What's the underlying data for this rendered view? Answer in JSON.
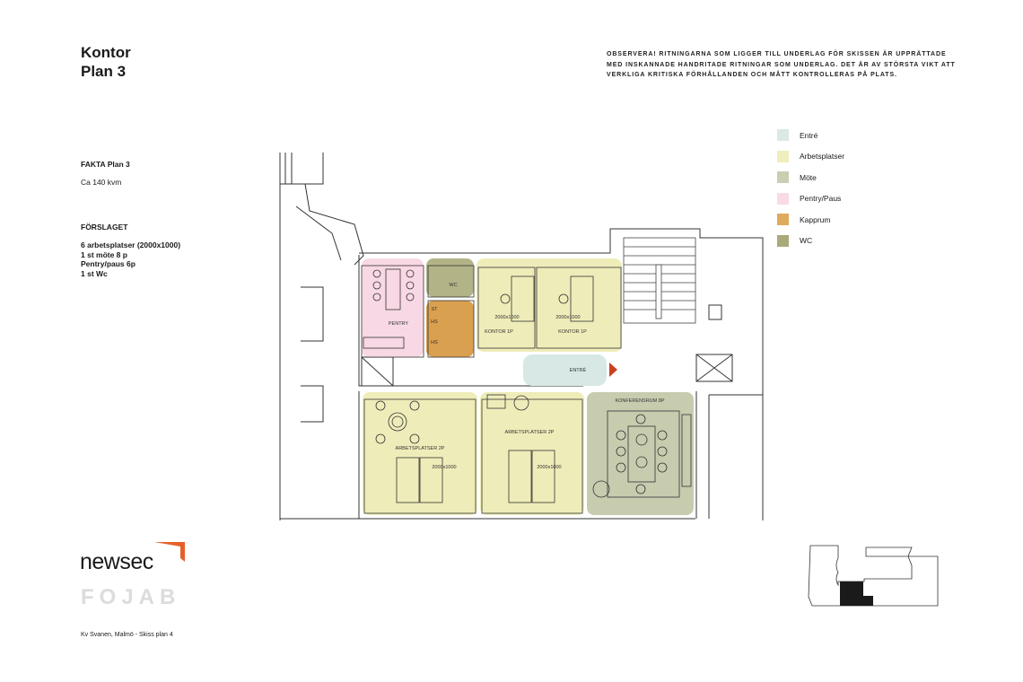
{
  "header": {
    "title_line1": "Kontor",
    "title_line2": "Plan 3"
  },
  "notice": {
    "line1": "OBSERVERA! RITNINGARNA SOM LIGGER TILL UNDERLAG FÖR SKISSEN ÄR UPPRÄTTADE",
    "line2": "MED INSKANNADE HANDRITADE RITNINGAR SOM UNDERLAG. DET ÄR AV STÖRSTA VIKT ATT",
    "line3": "VERKLIGA KRITISKA FÖRHÅLLANDEN OCH MÅTT KONTROLLERAS PÅ PLATS."
  },
  "facts": {
    "heading": "FAKTA Plan 3",
    "area": "Ca  140 kvm"
  },
  "proposal": {
    "heading": "FÖRSLAGET",
    "items": [
      "6 arbetsplatser (2000x1000)",
      "1 st möte 8 p",
      "Pentry/paus 6p",
      "1 st Wc"
    ]
  },
  "legend": [
    {
      "label": "Entré",
      "color": "#dbe9e6"
    },
    {
      "label": "Arbetsplatser",
      "color": "#efeebd"
    },
    {
      "label": "Möte",
      "color": "#cbceb3"
    },
    {
      "label": "Pentry/Paus",
      "color": "#f8dbe6"
    },
    {
      "label": "Kapprum",
      "color": "#dfab5e"
    },
    {
      "label": "WC",
      "color": "#a9a97a"
    }
  ],
  "plan": {
    "pentry": "PENTRY",
    "wc": "WC",
    "st": "ST",
    "hs1": "HS",
    "hs2": "HS",
    "kontor1": "KONTOR 1P",
    "kontor2": "KONTOR 1P",
    "desk1": "2000x1000",
    "desk2": "2000x1000",
    "entre": "ENTRÉ",
    "arb1": "ARBETSPLATSER 2P",
    "arb2": "ARBETSPLATSER 2P",
    "desk3": "2000x1000",
    "desk4": "2000x1000",
    "konf": "KONFERENSRUM 8P"
  },
  "logos": {
    "newsec": "newsec",
    "fojab": "FOJAB"
  },
  "footer": "Kv Svanen, Malmö - Skiss plan 4"
}
